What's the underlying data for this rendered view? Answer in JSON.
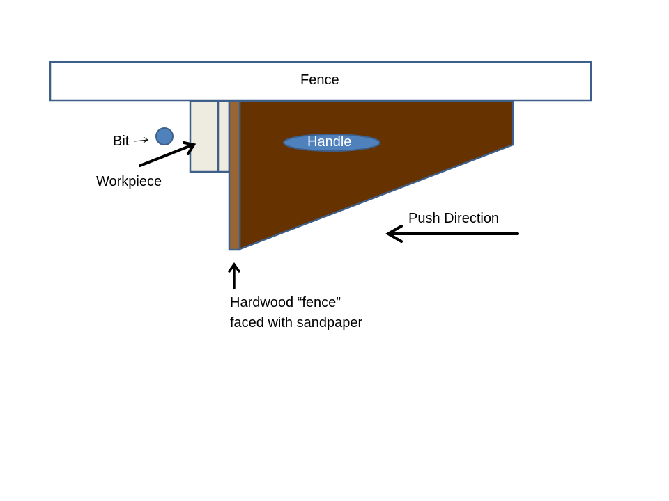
{
  "diagram": {
    "fence_label": "Fence",
    "handle_label": "Handle",
    "bit_label": "Bit",
    "workpiece_label": "Workpiece",
    "push_direction_label": "Push Direction",
    "hardwood_label_line1": "Hardwood “fence”",
    "hardwood_label_line2": "faced with sandpaper",
    "colors": {
      "outline": "#3d5f8a",
      "fence_fill": "#ffffff",
      "sled_fill": "#663300",
      "hardwood_strip_fill": "#996633",
      "workpiece_fill": "#eeece1",
      "bit_fill": "#4f81bd",
      "handle_fill": "#4f81bd",
      "handle_text": "#ffffff",
      "arrow": "#000000"
    }
  }
}
